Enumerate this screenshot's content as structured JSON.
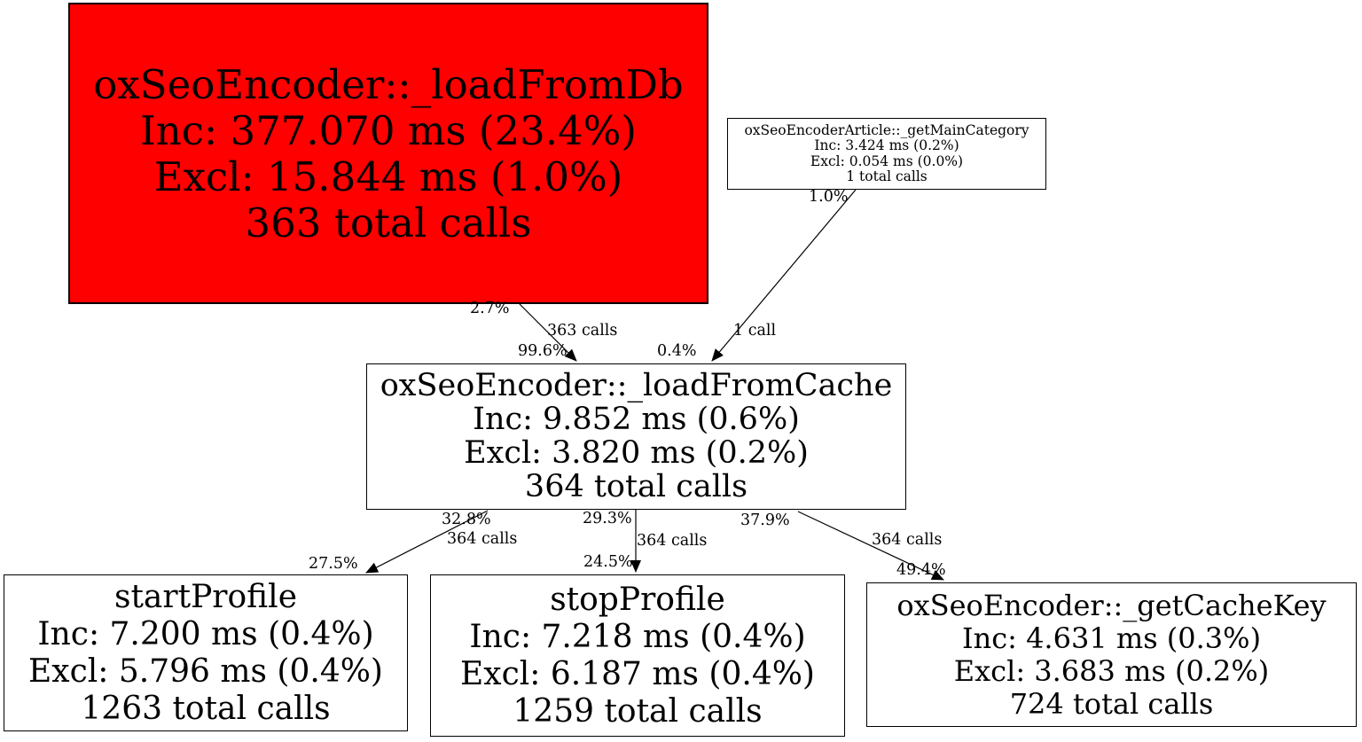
{
  "diagram": {
    "type": "profiler-call-graph",
    "background_color": "#ffffff",
    "node_border_color": "#000000",
    "text_color": "#000000",
    "edge_color": "#000000",
    "hot_node_color": "#ff0000"
  },
  "nodes": [
    {
      "id": "load-from-db",
      "title": "oxSeoEncoder::_loadFromDb",
      "inc": "Inc: 377.070 ms (23.4%)",
      "excl": "Excl: 15.844 ms (1.0%)",
      "calls": "363 total calls",
      "fill": "#ff0000"
    },
    {
      "id": "get-main-category",
      "title": "oxSeoEncoderArticle::_getMainCategory",
      "inc": "Inc: 3.424 ms (0.2%)",
      "excl": "Excl: 0.054 ms (0.0%)",
      "calls": "1 total calls",
      "fill": "#ffffff"
    },
    {
      "id": "load-from-cache",
      "title": "oxSeoEncoder::_loadFromCache",
      "inc": "Inc: 9.852 ms (0.6%)",
      "excl": "Excl: 3.820 ms (0.2%)",
      "calls": "364 total calls",
      "fill": "#ffffff"
    },
    {
      "id": "start-profile",
      "title": "startProfile",
      "inc": "Inc: 7.200 ms (0.4%)",
      "excl": "Excl: 5.796 ms (0.4%)",
      "calls": "1263 total calls",
      "fill": "#ffffff"
    },
    {
      "id": "stop-profile",
      "title": "stopProfile",
      "inc": "Inc: 7.218 ms (0.4%)",
      "excl": "Excl: 6.187 ms (0.4%)",
      "calls": "1259 total calls",
      "fill": "#ffffff"
    },
    {
      "id": "get-cache-key",
      "title": "oxSeoEncoder::_getCacheKey",
      "inc": "Inc: 4.631 ms (0.3%)",
      "excl": "Excl: 3.683 ms (0.2%)",
      "calls": "724 total calls",
      "fill": "#ffffff"
    }
  ],
  "edges": [
    {
      "from": "oxSeoEncoder::_loadFromDb",
      "to": "oxSeoEncoder::_loadFromCache",
      "source_pct": "2.7%",
      "calls": "363 calls",
      "target_pct": "99.6%"
    },
    {
      "from": "oxSeoEncoderArticle::_getMainCategory",
      "to": "oxSeoEncoder::_loadFromCache",
      "source_pct": "1.0%",
      "calls": "1 call",
      "target_pct": "0.4%"
    },
    {
      "from": "oxSeoEncoder::_loadFromCache",
      "to": "startProfile",
      "source_pct": "32.8%",
      "calls": "364 calls",
      "target_pct": "27.5%"
    },
    {
      "from": "oxSeoEncoder::_loadFromCache",
      "to": "stopProfile",
      "source_pct": "29.3%",
      "calls": "364 calls",
      "target_pct": "24.5%"
    },
    {
      "from": "oxSeoEncoder::_loadFromCache",
      "to": "oxSeoEncoder::_getCacheKey",
      "source_pct": "37.9%",
      "calls": "364 calls",
      "target_pct": "49.4%"
    }
  ]
}
